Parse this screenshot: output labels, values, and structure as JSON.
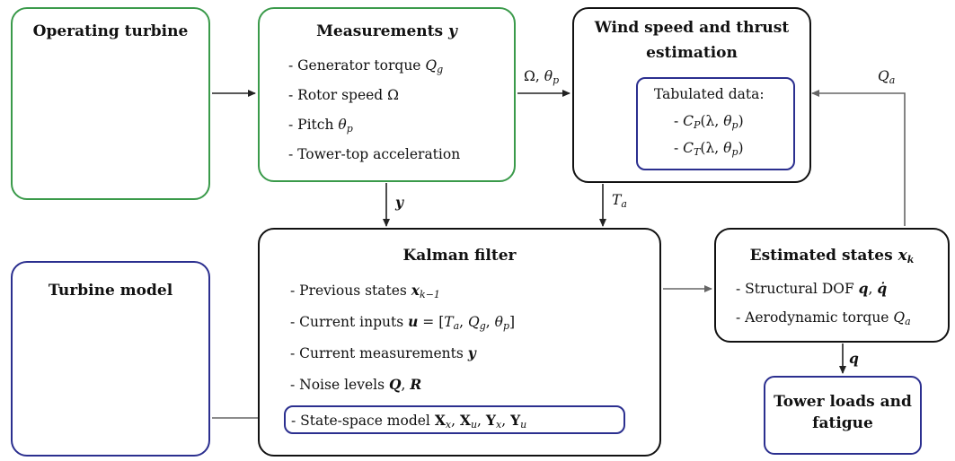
{
  "operating_turbine": {
    "title": "Operating turbine"
  },
  "measurements": {
    "title": "Measurements",
    "title_symbol": "y",
    "items": [
      {
        "text": "- Generator torque ",
        "sym": "Q",
        "sub": "g"
      },
      {
        "text": "- Rotor speed ",
        "sym": "Ω",
        "sub": ""
      },
      {
        "text": "- Pitch ",
        "sym": "θ",
        "sub": "p"
      },
      {
        "text": "- Tower-top acceleration",
        "sym": "",
        "sub": ""
      }
    ]
  },
  "wind_estimation": {
    "title_line1": "Wind speed and thrust",
    "title_line2": "estimation",
    "tabulated_title": "Tabulated data:",
    "cp": "- C_P(λ, θ_p)",
    "ct": "- C_T(λ, θ_p)"
  },
  "kalman": {
    "title": "Kalman filter",
    "items": [
      "- Previous states x_{k-1}",
      "- Current inputs u = [T_a, Q_g, θ_p]",
      "- Current measurements y",
      "- Noise levels Q, R",
      "- State-space model X_x, X_u, Y_x, Y_u"
    ]
  },
  "turbine_model": {
    "title": "Turbine model"
  },
  "estimated_states": {
    "title": "Estimated states",
    "title_symbol": "x_k",
    "items": [
      "- Structural DOF q, q̇",
      "- Aerodynamic torque Q_a"
    ]
  },
  "tower_loads": {
    "title_line1": "Tower loads and",
    "title_line2": "fatigue"
  },
  "arrow_labels": {
    "omega_theta": "Ω, θ_p",
    "y": "y",
    "ta": "T_a",
    "qa": "Q_a",
    "q": "q"
  }
}
